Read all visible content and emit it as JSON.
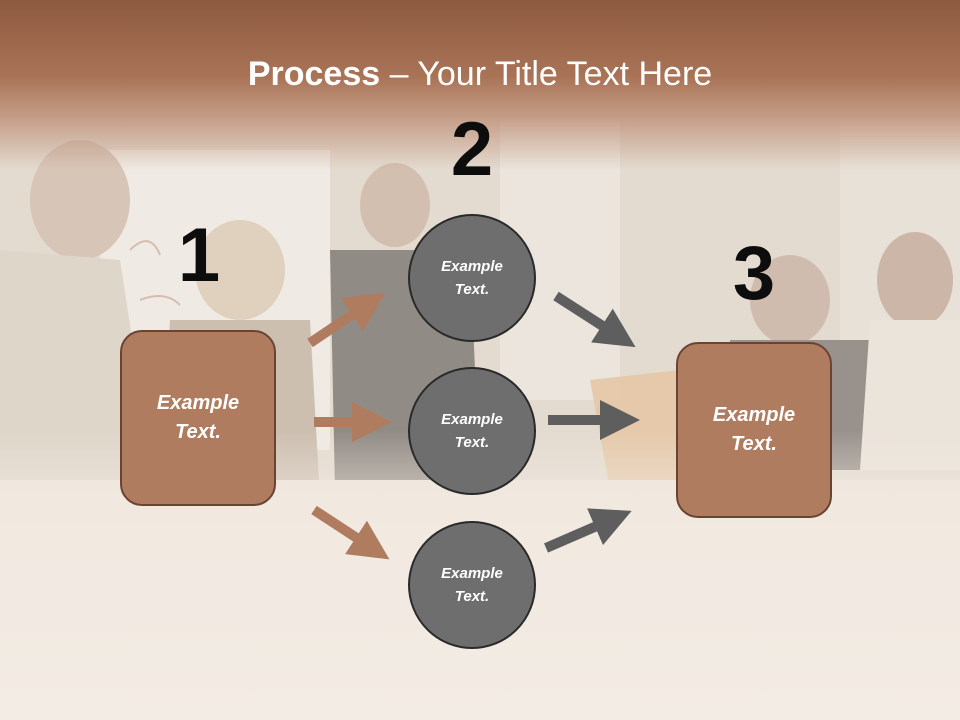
{
  "slide": {
    "title_bold": "Process",
    "title_rest": " – Your Title Text Here"
  },
  "steps": [
    {
      "number": "1",
      "text": "Example Text."
    },
    {
      "number": "2",
      "items": [
        "Example Text.",
        "Example Text.",
        "Example Text."
      ]
    },
    {
      "number": "3",
      "text": "Example Text."
    }
  ],
  "colors": {
    "header": "#9c6549",
    "box_fill": "#b07c60",
    "circle_fill": "#6e6e6e",
    "arrow_left": "#b07c60",
    "arrow_right": "#5e5e5e"
  }
}
